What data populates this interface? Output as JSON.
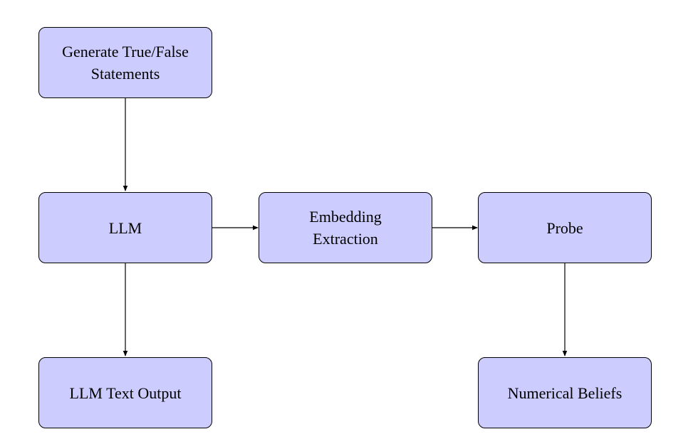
{
  "diagram": {
    "node_fill": "#ccccff",
    "edge_color": "#000000",
    "nodes": {
      "generate": {
        "label": "Generate True/False Statements"
      },
      "llm": {
        "label": "LLM"
      },
      "embedding": {
        "label": "Embedding Extraction"
      },
      "probe": {
        "label": "Probe"
      },
      "llm_output": {
        "label": "LLM Text Output"
      },
      "beliefs": {
        "label": "Numerical Beliefs"
      }
    }
  }
}
